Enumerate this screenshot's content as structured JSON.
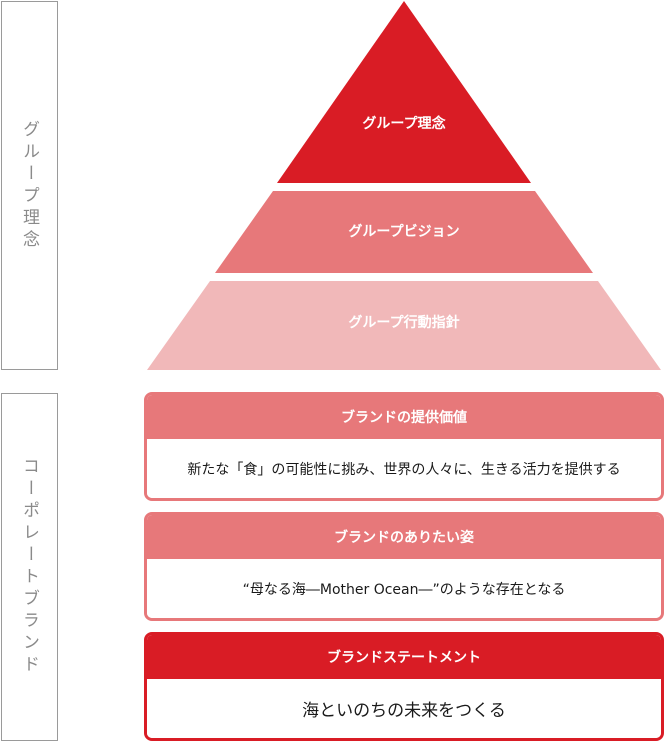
{
  "side_labels": {
    "philosophy": "グループ理念",
    "corporate_brand": "コーポレートブランド"
  },
  "pyramid": {
    "top": "グループ理念",
    "middle": "グループビジョン",
    "bottom": "グループ行動指針"
  },
  "brand_boxes": [
    {
      "title": "ブランドの提供価値",
      "content": "新たな「食」の可能性に挑み、世界の人々に、生きる活力を提供する"
    },
    {
      "title": "ブランドのありたい姿",
      "content": "“母なる海―Mother Ocean―”のような存在となる"
    },
    {
      "title": "ブランドステートメント",
      "content": "海といのちの未来をつくる"
    }
  ],
  "colors": {
    "dark_red": "#d91c25",
    "medium_red": "#e7787a",
    "light_pink": "#f1b8b9",
    "border_gray": "#9a9a9a"
  }
}
